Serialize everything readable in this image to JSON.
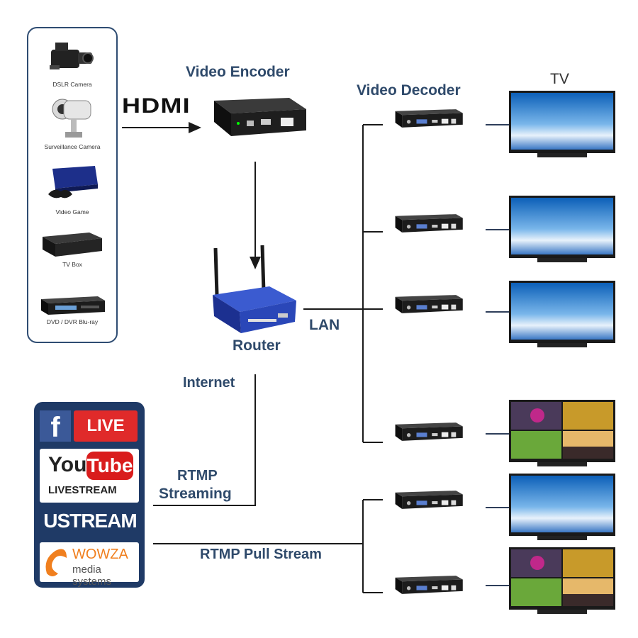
{
  "sources": {
    "items": [
      {
        "label": "DSLR Camera",
        "icon": "dslr-camera-icon"
      },
      {
        "label": "Surveillance Camera",
        "icon": "surveillance-camera-icon"
      },
      {
        "label": "Video Game",
        "icon": "game-console-icon"
      },
      {
        "label": "TV Box",
        "icon": "tv-box-icon"
      },
      {
        "label": "DVD / DVR Blu-ray",
        "icon": "dvd-player-icon"
      }
    ]
  },
  "labels": {
    "hdmi": "HDMI",
    "encoder": "Video Encoder",
    "decoder": "Video Decoder",
    "tv": "TV",
    "router": "Router",
    "lan": "LAN",
    "internet": "Internet",
    "rtmp_streaming_1": "RTMP",
    "rtmp_streaming_2": "Streaming",
    "rtmp_pull": "RTMP Pull Stream"
  },
  "platforms": {
    "facebook": "f",
    "live": "LIVE",
    "youtube_you": "You",
    "youtube_tube": "Tube",
    "livestream": "LIVESTREAM",
    "ustream": "USTREAM",
    "wowza_1": "WOWZA",
    "wowza_2": "media systems"
  },
  "colors": {
    "label": "#2f4a6b",
    "panel_border": "#2e4c72",
    "panel_bg": "#1f3a66",
    "facebook": "#3b5998",
    "live_red": "#e02a2a",
    "youtube_red": "#d91c1c",
    "wowza_orange": "#f07f1e",
    "router_blue": "#2a47b8",
    "line": "#1a1a1a"
  }
}
